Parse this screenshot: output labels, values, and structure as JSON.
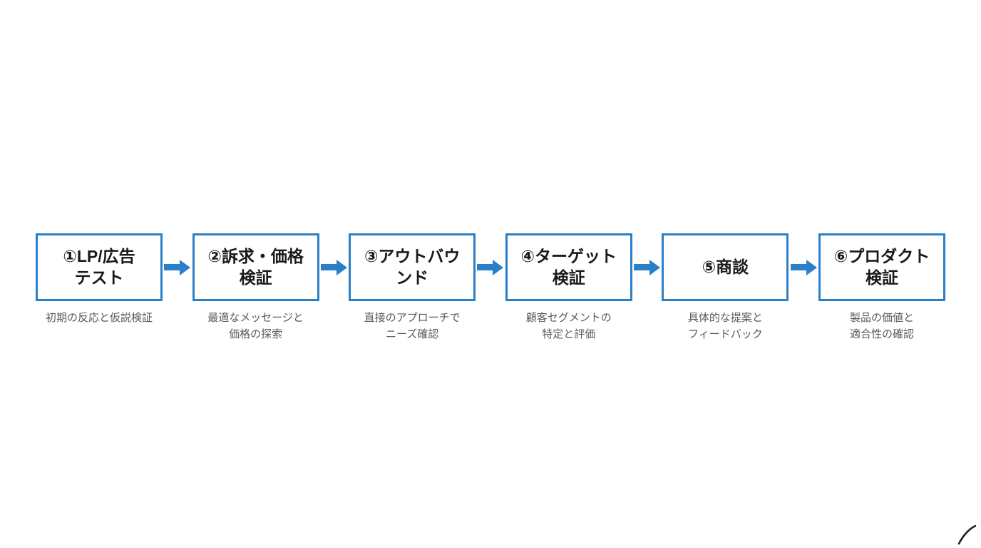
{
  "colors": {
    "accent_blue": "#2980C8",
    "title_text": "#1A1A1A",
    "subtitle_text": "#595959"
  },
  "flow": {
    "steps": [
      {
        "title": "①LP/広告\nテスト",
        "subtitle": "初期の反応と仮説検証"
      },
      {
        "title": "②訴求・価格\n検証",
        "subtitle": "最適なメッセージと\n価格の探索"
      },
      {
        "title": "③アウトバウ\nンド",
        "subtitle": "直接のアプローチで\nニーズ確認"
      },
      {
        "title": "④ターゲット\n検証",
        "subtitle": "顧客セグメントの\n特定と評価"
      },
      {
        "title": "⑤商談",
        "subtitle": "具体的な提案と\nフィードバック"
      },
      {
        "title": "⑥プロダクト\n検証",
        "subtitle": "製品の価値と\n適合性の確認"
      }
    ]
  }
}
